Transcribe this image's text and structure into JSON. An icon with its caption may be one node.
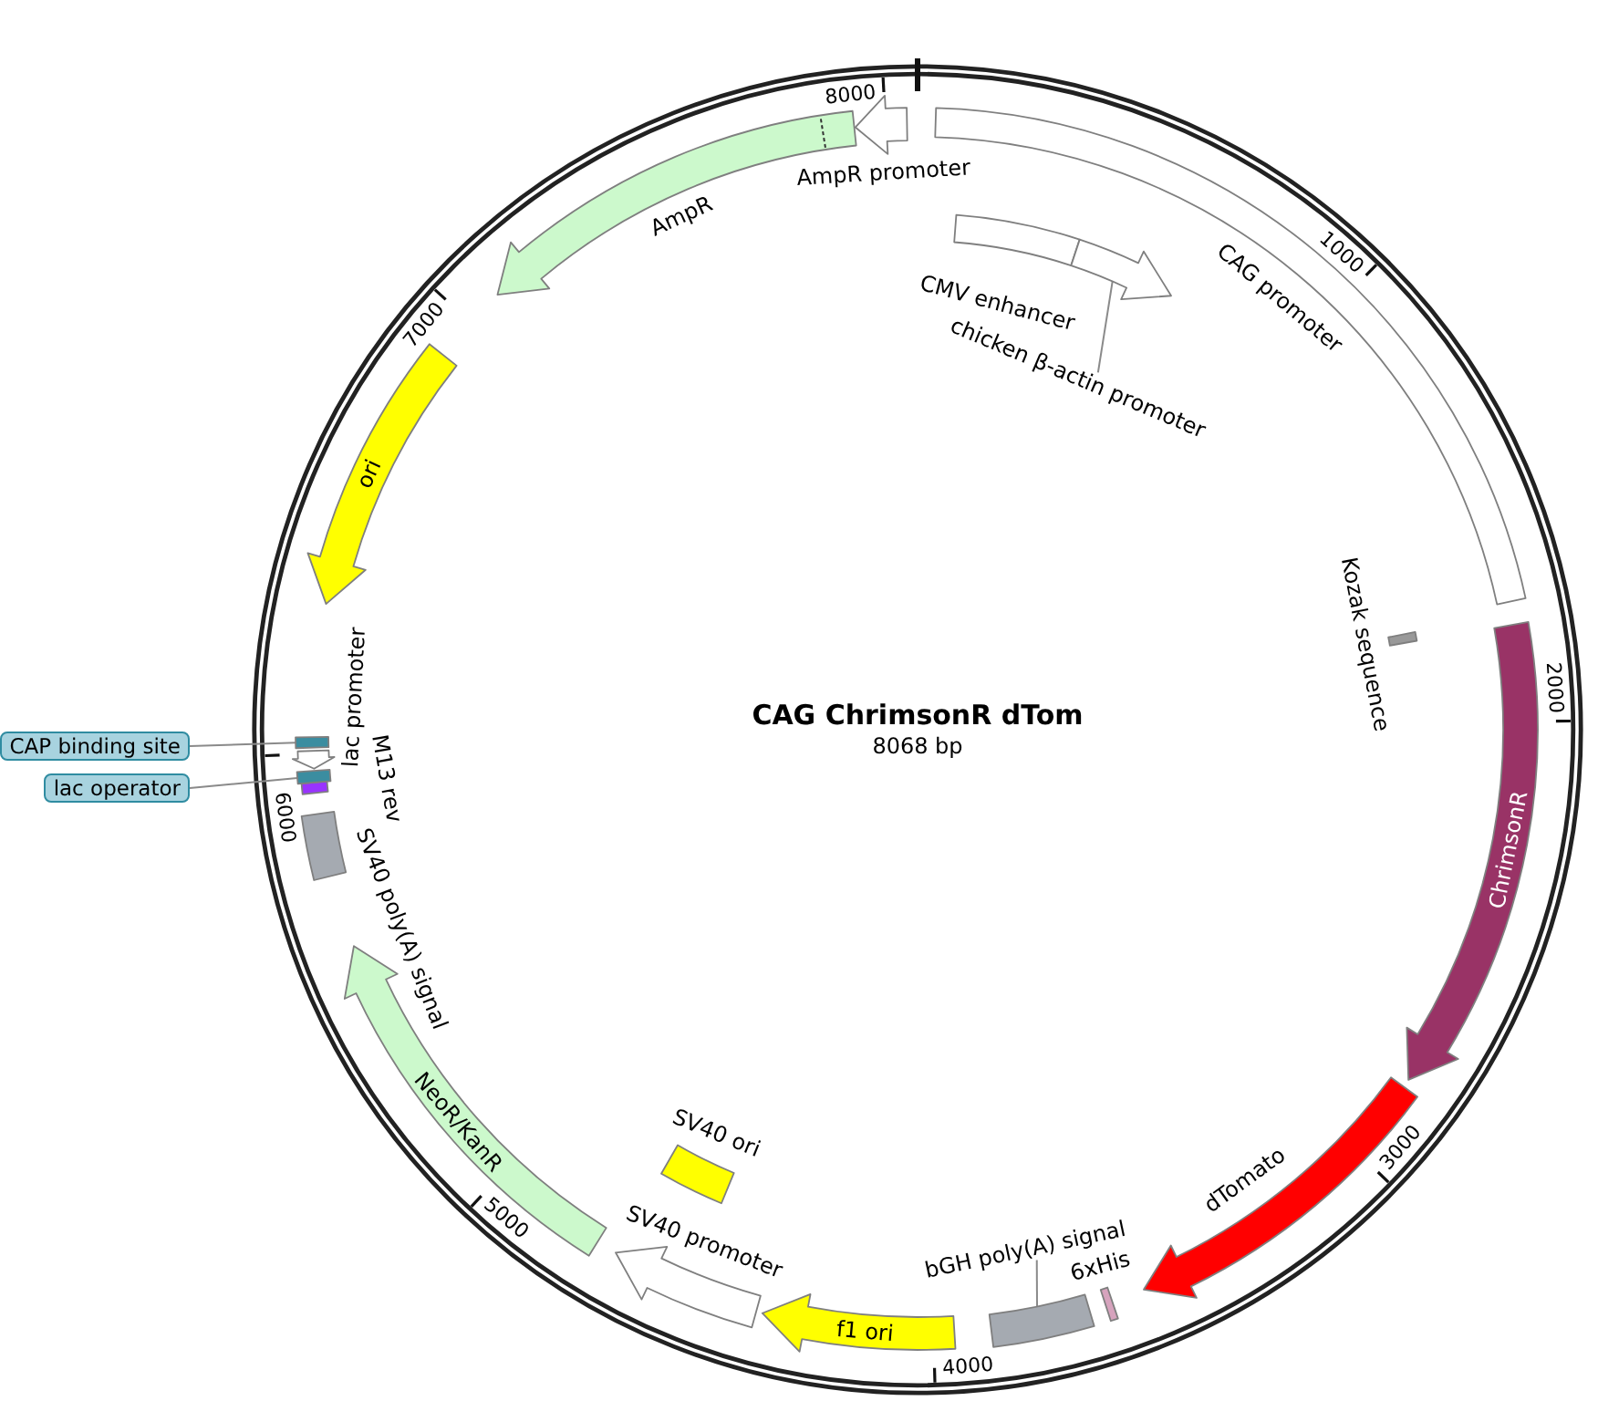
{
  "diagram": {
    "title": "CAG ChrimsonR dTom",
    "nodes": [
      {
        "text": [
          "AmpR promoter"
        ]
      },
      {
        "text": [
          "CAG promoter"
        ]
      },
      {
        "text": [
          "CMV enhancer"
        ]
      },
      {
        "text": [
          "chicken β-actin promoter"
        ]
      },
      {
        "text": [],
        "shape": "arrow"
      },
      {
        "text": [
          "Kozak sequence"
        ]
      },
      {
        "text": [
          "ChrimsonR"
        ]
      },
      {
        "text": [
          "dTomato"
        ]
      },
      {
        "text": [
          "6xHis"
        ]
      },
      {
        "text": [
          "bGH poly(A) signal"
        ]
      },
      {
        "text": [],
        "shape": "box"
      },
      {
        "text": [
          "f1 ori"
        ]
      },
      {
        "text": [
          "SV40 promoter"
        ]
      },
      {
        "text": [
          "SV40 ori"
        ]
      },
      {
        "text": [
          "NeoR/KanR"
        ]
      },
      {
        "text": [
          "SV40 poly(A) signal"
        ]
      },
      {
        "text": [
          "M13 rev"
        ]
      },
      {
        "text": [
          "lac operator"
        ]
      },
      {
        "text": [],
        "shape": "box"
      },
      {
        "text": [
          "lac promoter"
        ]
      },
      {
        "text": [
          "CAP binding site"
        ]
      },
      {
        "text": [],
        "shape": "box"
      },
      {
        "text": [
          "ori"
        ]
      },
      {
        "text": [
          "AmpR"
        ]
      }
    ],
    "edges": [
      {
        "from": 3,
        "to": 4,
        "arrow": "none"
      },
      {
        "from": 9,
        "to": 10,
        "arrow": "none"
      },
      {
        "from": 17,
        "to": 18,
        "arrow": "none"
      },
      {
        "from": 20,
        "to": 21,
        "arrow": "none"
      }
    ],
    "labels": [
      "8068 bp",
      "1000",
      "2000",
      "3000",
      "4000",
      "5000",
      "6000",
      "7000",
      "8000"
    ]
  }
}
